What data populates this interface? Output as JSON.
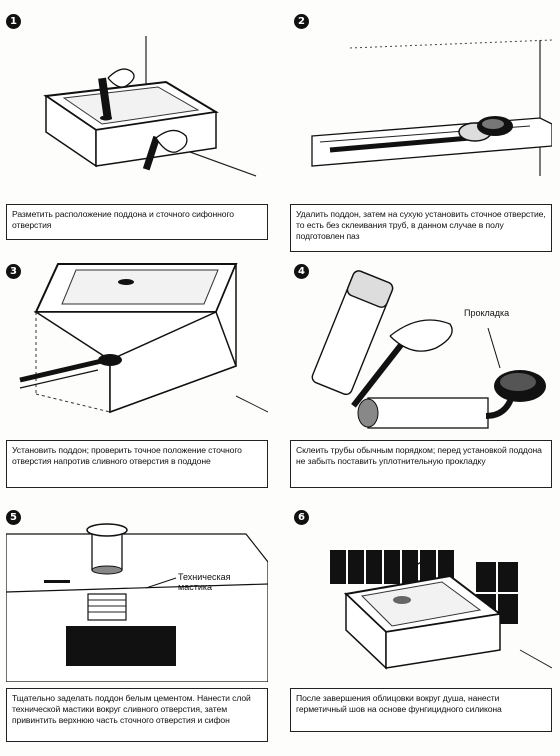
{
  "steps": [
    {
      "number": "1",
      "caption": "Разметить расположение поддона и сточного сифонного отверстия"
    },
    {
      "number": "2",
      "caption": "Удалить поддон, затем на сухую установить сточное отверстие, то есть без склеивания труб, в данном случае в полу подготовлен паз"
    },
    {
      "number": "3",
      "caption": "Установить поддон; проверить точное положение сточного отверстия напротив сливного отверстия в поддоне"
    },
    {
      "number": "4",
      "caption": "Склеить трубы обычным порядком; перед установкой поддона не забыть поставить уплотнительную прокладку",
      "callout": "Прокладка"
    },
    {
      "number": "5",
      "caption": "Тщательно заделать поддон белым цементом. Нанести слой технической мастики вокруг сливного отверстия, затем привинтить верхнюю часть сточного отверстия и сифон",
      "callout": "Техническая мастика"
    },
    {
      "number": "6",
      "caption": "После завершения облицовки вокруг душа, нанести герметичный шов на основе фунгицидного силикона"
    }
  ]
}
